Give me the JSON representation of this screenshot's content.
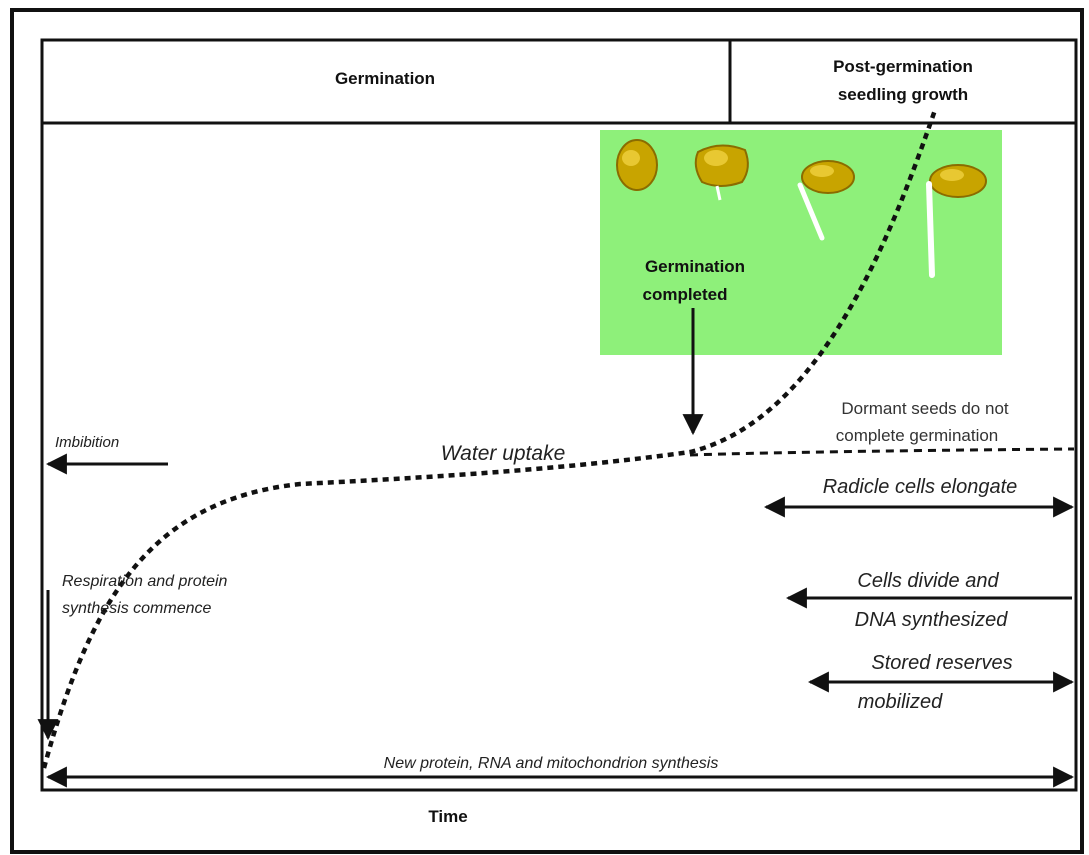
{
  "header": {
    "left_label": "Germination",
    "right_label_line1": "Post-germination",
    "right_label_line2": "seedling growth"
  },
  "curve": {
    "label": "Water uptake",
    "dormant_line1": "Dormant seeds do not",
    "dormant_line2": "complete germination"
  },
  "inset": {
    "label_line1": "Germination",
    "label_line2": "completed",
    "background_color": "#8ef07a",
    "seed_color": "#c8a400"
  },
  "events": {
    "imbibition": "Imbibition",
    "respiration_line1": "Respiration and protein",
    "respiration_line2": "synthesis commence",
    "radicle": "Radicle cells elongate",
    "cells_divide_line1": "Cells divide and",
    "cells_divide_line2": "DNA synthesized",
    "reserves_line1": "Stored reserves",
    "reserves_line2": "mobilized",
    "new_protein": "New protein, RNA and mitochondrion synthesis"
  },
  "axis": {
    "x_label": "Time"
  }
}
